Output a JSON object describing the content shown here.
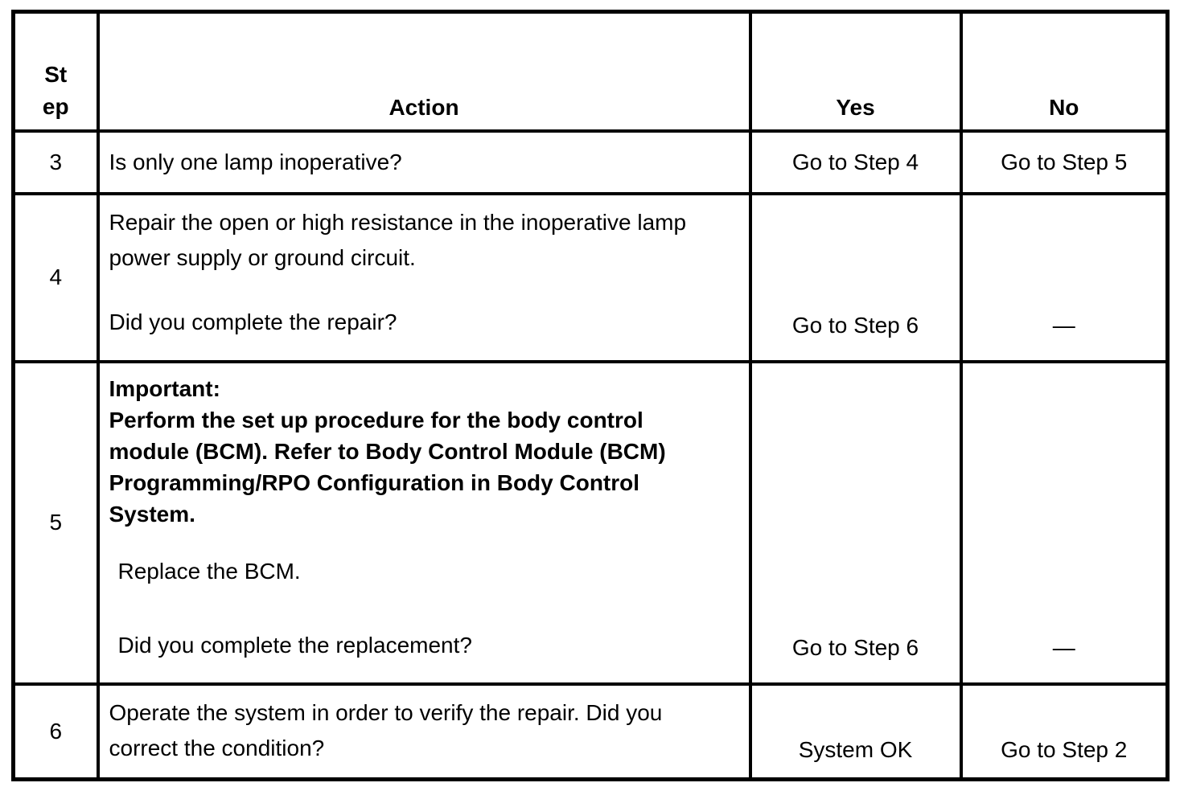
{
  "page": {
    "background_color": "#ffffff",
    "border_color": "#000000"
  },
  "table": {
    "headers": {
      "step": "St\nep",
      "action": "Action",
      "yes": "Yes",
      "no": "No"
    },
    "rows": [
      {
        "step": "3",
        "action": {
          "para": "Is only one lamp inoperative?"
        },
        "yes": "Go to Step 4",
        "no": "Go to Step 5"
      },
      {
        "step": "4",
        "action": {
          "para": "Repair the open or high resistance in the inoperative lamp\npower supply or ground circuit.",
          "question": "Did you complete the repair?"
        },
        "yes": "Go to Step 6",
        "no": "—"
      },
      {
        "step": "5",
        "action": {
          "important_heading": "Important:",
          "important_text": "Perform the set up procedure for the body control\nmodule (BCM). Refer to Body Control Module (BCM)\nProgramming/RPO Configuration in Body Control\nSystem.",
          "instruction": "Replace the BCM.",
          "question": "Did you complete the replacement?"
        },
        "yes": "Go to Step 6",
        "no": "—"
      },
      {
        "step": "6",
        "action": {
          "para": "Operate the system in order to verify the repair. Did you\ncorrect the condition?"
        },
        "yes": "System OK",
        "no": "Go to Step 2"
      }
    ]
  }
}
